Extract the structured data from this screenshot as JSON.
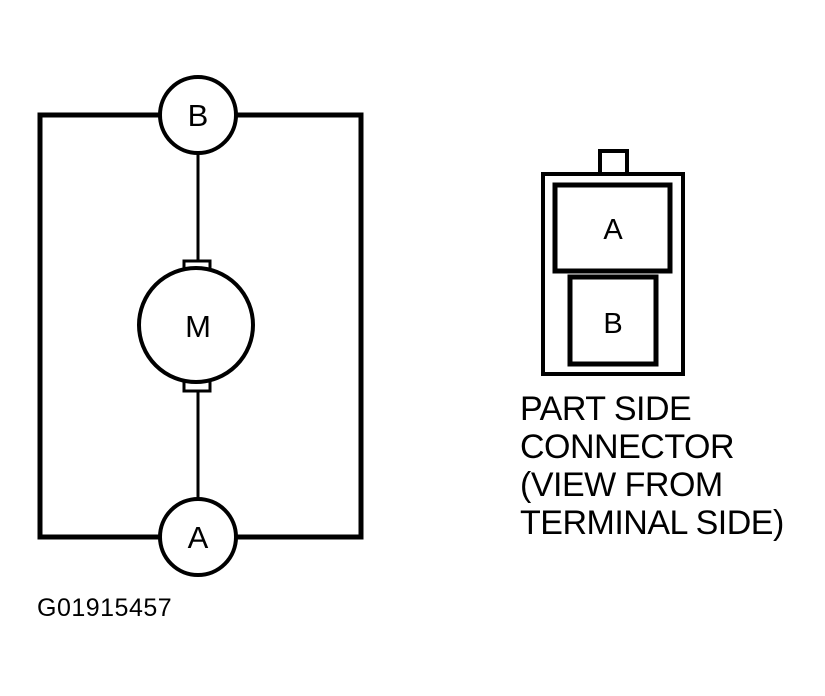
{
  "circuit": {
    "terminal_top_label": "B",
    "motor_label": "M",
    "terminal_bottom_label": "A"
  },
  "connector": {
    "terminal_a_label": "A",
    "terminal_b_label": "B",
    "caption_lines": [
      "PART SIDE",
      "CONNECTOR",
      "(VIEW FROM",
      "TERMINAL SIDE)"
    ]
  },
  "figure_id": "G01915457"
}
